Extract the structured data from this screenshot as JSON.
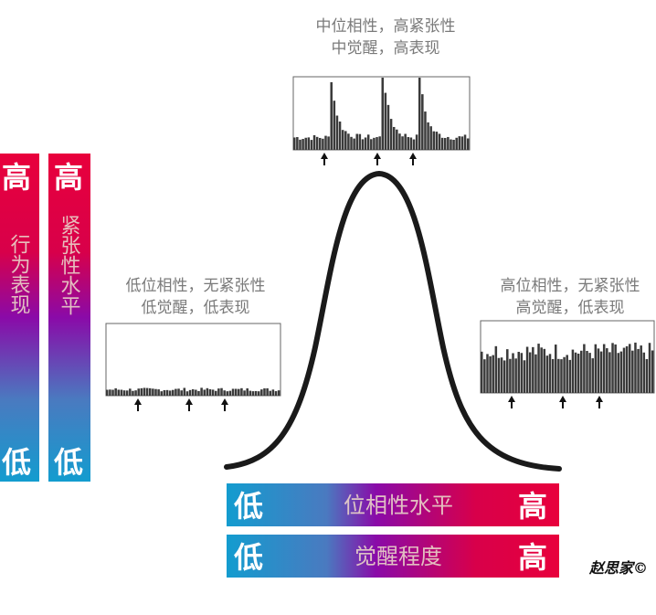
{
  "top_panel": {
    "line1": "中位相性，高紧张性",
    "line2": "中觉醒，高表现"
  },
  "left_panel": {
    "line1": "低位相性，无紧张性",
    "line2": "低觉醒，低表现"
  },
  "right_panel": {
    "line1": "高位相性，无紧张性",
    "line2": "高觉醒，低表现"
  },
  "scales": {
    "behavior": {
      "high": "高",
      "label": "行为表现",
      "low": "低"
    },
    "tonic": {
      "high": "高",
      "label": "紧张性水平",
      "low": "低"
    },
    "phasic": {
      "low": "低",
      "label": "位相性水平",
      "high": "高"
    },
    "arousal": {
      "low": "低",
      "label": "觉醒程度",
      "high": "高"
    }
  },
  "signature": "赵思家©",
  "colors": {
    "high": "#e8003c",
    "mid": "#8a0aa8",
    "low": "#1a9ad0",
    "curve": "#1a1a1a"
  }
}
